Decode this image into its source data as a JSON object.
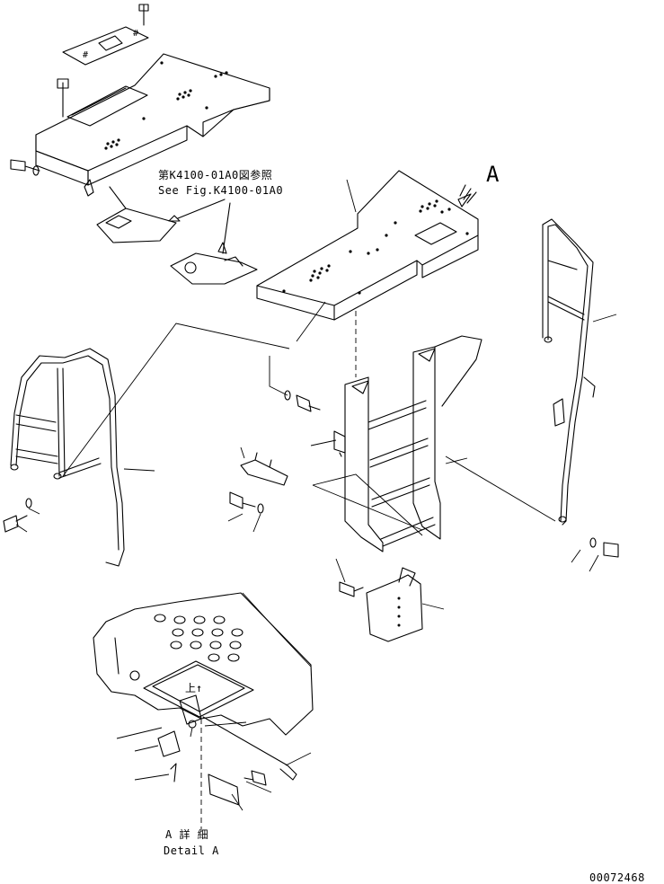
{
  "reference": {
    "japanese": "第K4100-01A0図参照",
    "english": "See Fig.K4100-01A0"
  },
  "view_marker": "A",
  "detail": {
    "japanese": "A 詳 細",
    "english": "Detail A"
  },
  "drawing_number": "00072468"
}
